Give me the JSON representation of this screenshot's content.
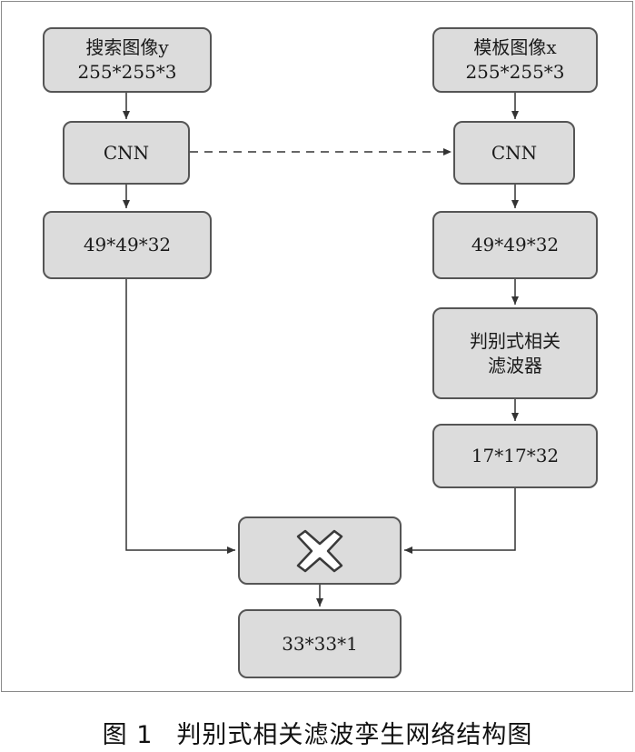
{
  "nodes": {
    "search_image": {
      "line1": "搜索图像y",
      "line2": "255*255*3"
    },
    "template_image": {
      "line1": "模板图像x",
      "line2": "255*255*3"
    },
    "cnn_left": {
      "label": "CNN"
    },
    "cnn_right": {
      "label": "CNN"
    },
    "feature_left": {
      "label": "49*49*32"
    },
    "feature_right": {
      "label": "49*49*32"
    },
    "filter": {
      "line1": "判别式相关",
      "line2": "滤波器"
    },
    "filter_output": {
      "label": "17*17*32"
    },
    "output": {
      "label": "33*33*1"
    }
  },
  "multiply_icon": "cross-multiply-icon",
  "caption": {
    "number": "图 1",
    "text": "判别式相关滤波孪生网络结构图"
  },
  "colors": {
    "node_fill": "#dcdcdc",
    "node_border": "#555555",
    "line": "#333333"
  }
}
